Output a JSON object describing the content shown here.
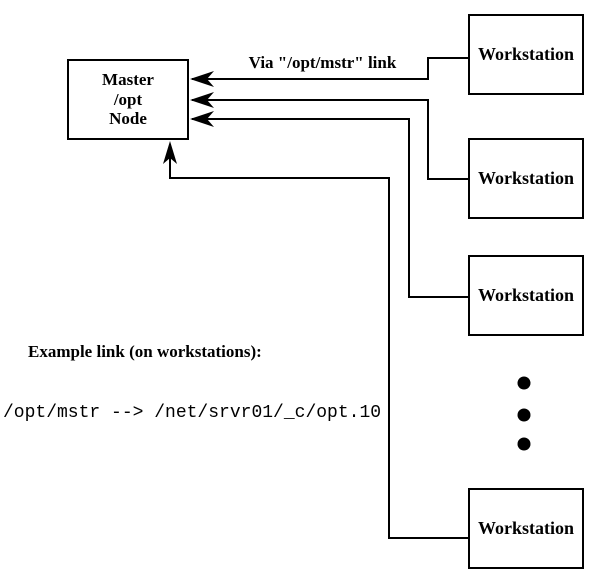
{
  "diagram": {
    "title_hint": "Master /opt node linked from workstations",
    "master_node": {
      "lines": [
        "Master",
        "/opt",
        "Node"
      ]
    },
    "workstations": [
      {
        "label": "Workstation"
      },
      {
        "label": "Workstation"
      },
      {
        "label": "Workstation"
      },
      {
        "label": "Workstation"
      }
    ],
    "annotations": {
      "via_link": "Via \"/opt/mstr\" link",
      "example_heading": "Example link (on workstations):",
      "example_link": "/opt/mstr --> /net/srvr01/_c/opt.10"
    },
    "ellipsis": {
      "dot_count": 3,
      "meaning": "more workstations"
    },
    "colors": {
      "line": "#000000",
      "background": "#ffffff",
      "text": "#000000"
    }
  }
}
